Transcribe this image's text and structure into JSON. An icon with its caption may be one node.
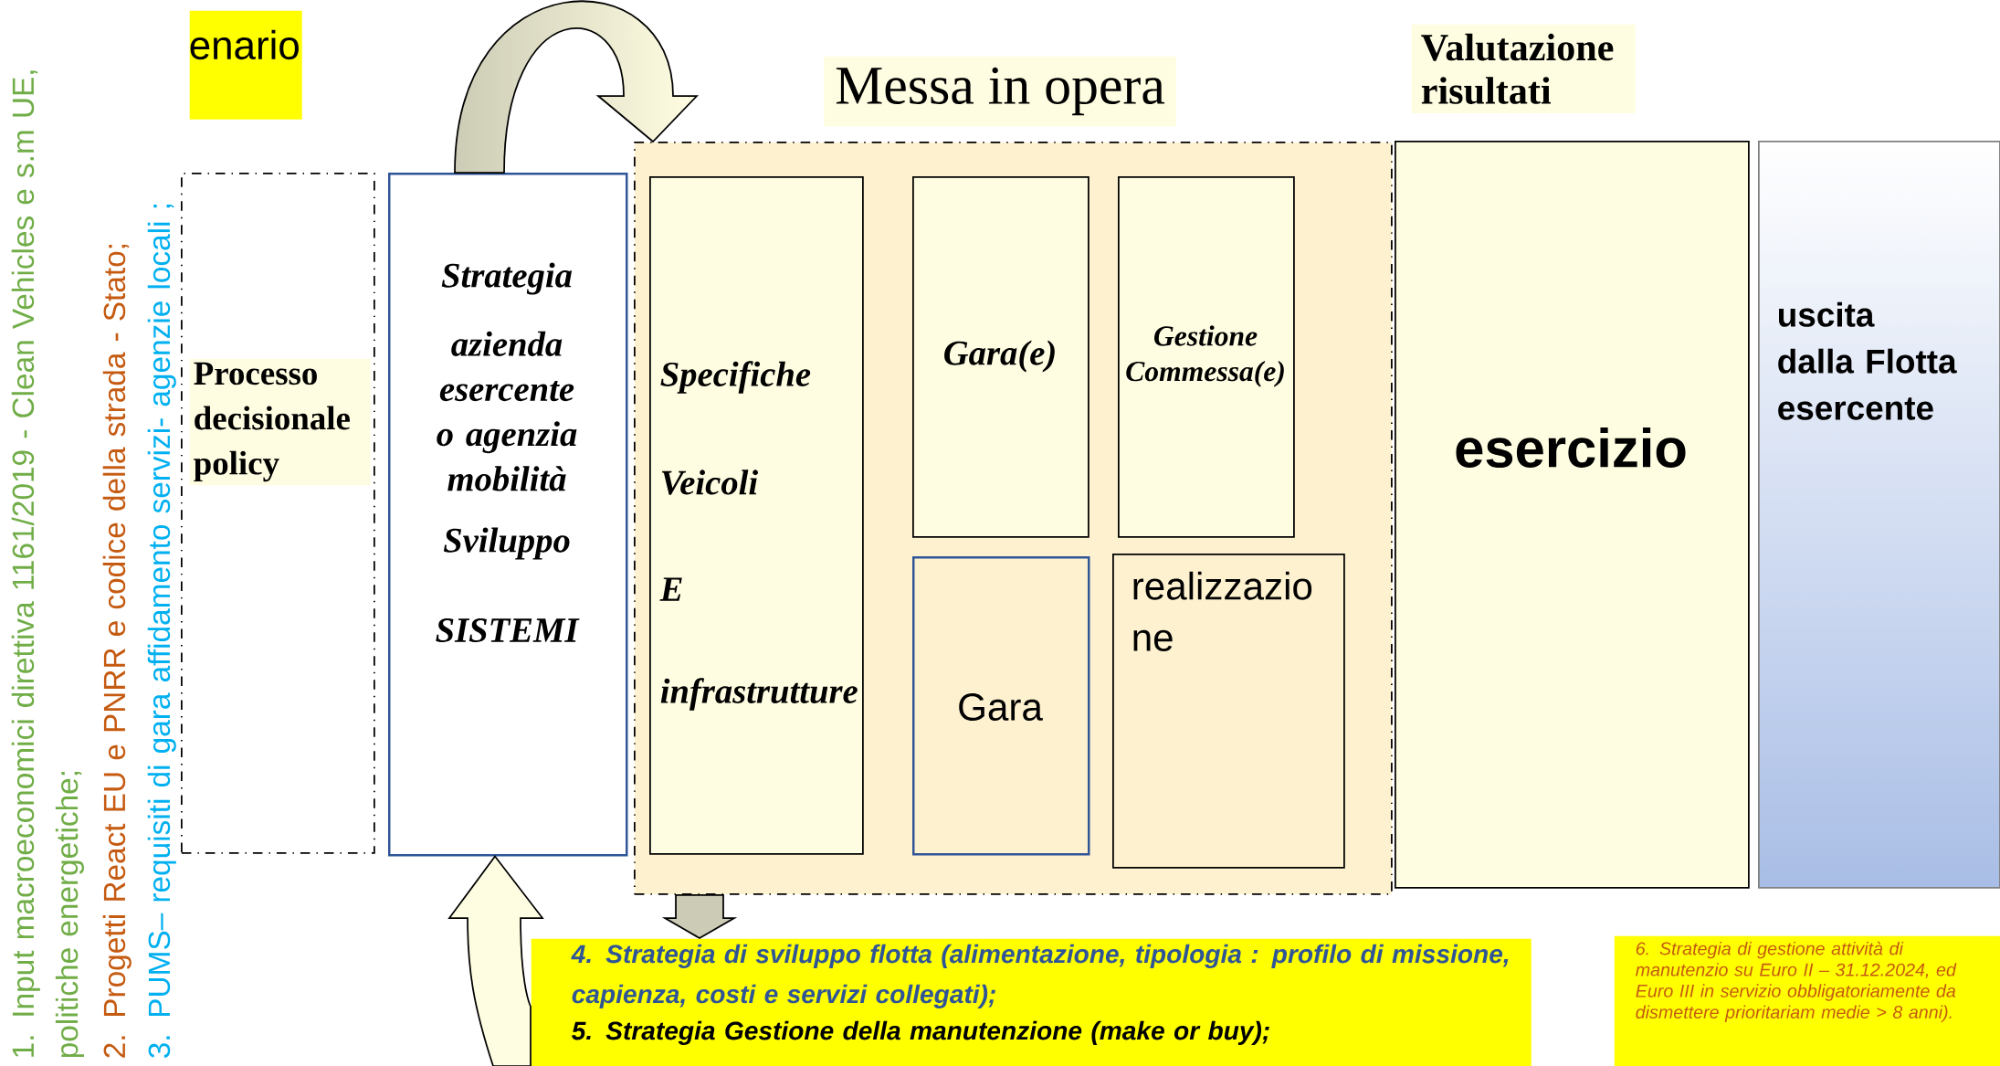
{
  "diagram": {
    "nodes": [
      {
        "text": [
          "enario"
        ]
      },
      {
        "text": [
          "Processo decisionale policy"
        ]
      },
      {
        "text": [
          "Strategia",
          "azienda esercente o agenzia mobilità",
          "Sviluppo",
          "SISTEMI"
        ]
      },
      {
        "text": [
          "Messa in opera"
        ]
      },
      {
        "text": [
          "Specifiche",
          "Veicoli",
          "E",
          "infrastrutture"
        ],
        "in": 3
      },
      {
        "text": [
          "Gara(e)"
        ],
        "in": 3
      },
      {
        "text": [
          "Gestione Commessa(e)"
        ],
        "in": 3
      },
      {
        "text": [
          "Gara"
        ],
        "in": 3
      },
      {
        "text": [
          "realizzazio ne"
        ],
        "in": 3
      },
      {
        "text": [
          "Valutazione risultati",
          "esercizio"
        ]
      },
      {
        "text": [
          "uscita dalla Flotta esercente"
        ]
      },
      {
        "text": [
          "4. Strategia di sviluppo flotta (alimentazione, tipologia : profilo di missione, capienza, costi e servizi collegati);",
          "5. Strategia Gestione della manutenzione (make or buy);"
        ]
      },
      {
        "text": [
          "6. Strategia di gestione attività di manutenzio su Euro II – 31.12.2024, ed Euro III in servizio obbligatoriamente da dismettere prioritariam medie > 8 anni)."
        ]
      }
    ],
    "edges": [
      {
        "from": 2,
        "to": 3,
        "arrow": "to"
      },
      {
        "from": 11,
        "to": 2,
        "arrow": "to"
      },
      {
        "from": 3,
        "to": 11,
        "arrow": "to"
      }
    ],
    "labels": [
      "1. Input macroeconomici direttiva 1161/2019 - Clean Vehicles e s.m UE, politiche energetiche;",
      "2. Progetti React EU e PNRR e codice della strada - Stato;",
      "3. PUMS– requisiti di gara affidamento servizi- agenzie locali ;"
    ]
  }
}
